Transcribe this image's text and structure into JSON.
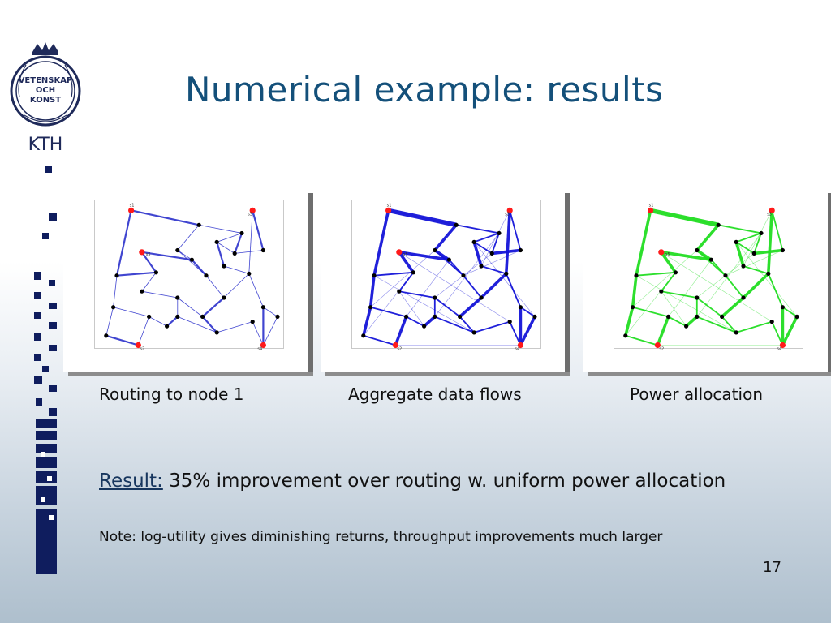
{
  "logo": {
    "line1": "VETENSKAP",
    "line2": "OCH",
    "line3": "KONST",
    "name": "KTH"
  },
  "title": "Numerical example: results",
  "panels": [
    {
      "caption": "Routing to node 1",
      "color": "#1f24c8"
    },
    {
      "caption": "Aggregate data flows",
      "color": "#1414d8"
    },
    {
      "caption": "Power allocation",
      "color": "#22dd22"
    }
  ],
  "node_labels": {
    "s1": "s1",
    "s2": "s2",
    "s3": "s3",
    "s4": "s4",
    "s5": "s5"
  },
  "result": {
    "label": "Result:",
    "text": " 35% improvement over routing w. uniform power allocation"
  },
  "note": "Note: log-utility gives diminishing returns, throughput improvements much larger",
  "page_number": "17",
  "colors": {
    "title": "#14507a",
    "dark_blue": "#17365e",
    "sink": "#ff1a1a"
  }
}
